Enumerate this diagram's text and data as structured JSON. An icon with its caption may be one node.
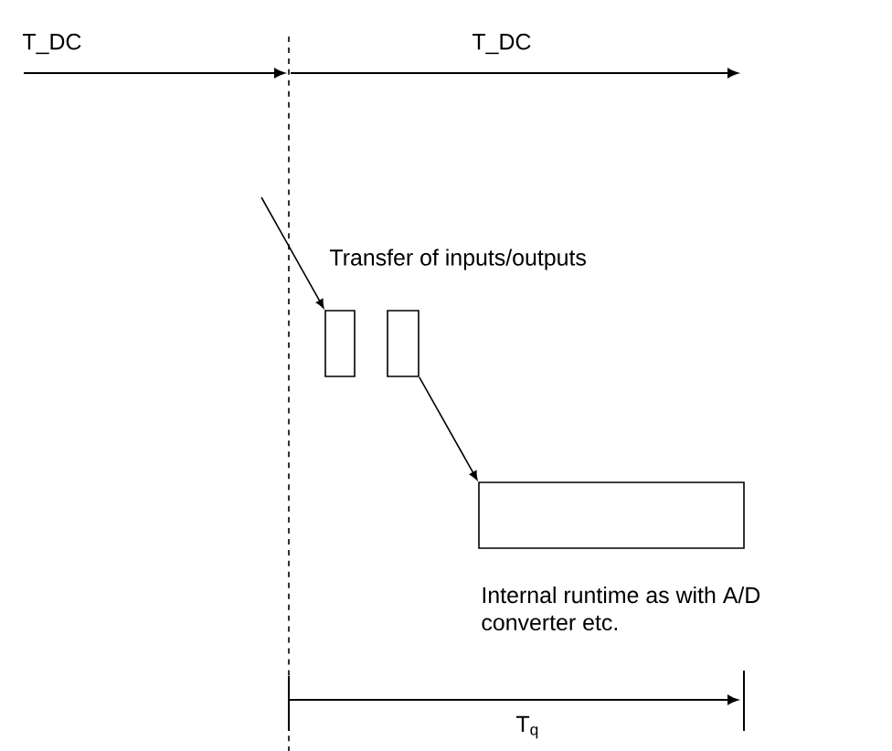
{
  "diagram": {
    "nodes": [
      {
        "text": [],
        "shape": "box",
        "beside": [
          "Transfer of inputs/outputs"
        ]
      },
      {
        "text": [],
        "shape": "box"
      },
      {
        "text": [],
        "shape": "box",
        "beside": [
          "Internal runtime as with A/D converter etc."
        ]
      }
    ],
    "edges": [
      {
        "from": null,
        "to": 0,
        "arrow": "to"
      },
      {
        "from": 1,
        "to": 2,
        "arrow": "to"
      }
    ],
    "labels": [
      "T_DC",
      "T_DC",
      "T$_{q}$"
    ]
  }
}
